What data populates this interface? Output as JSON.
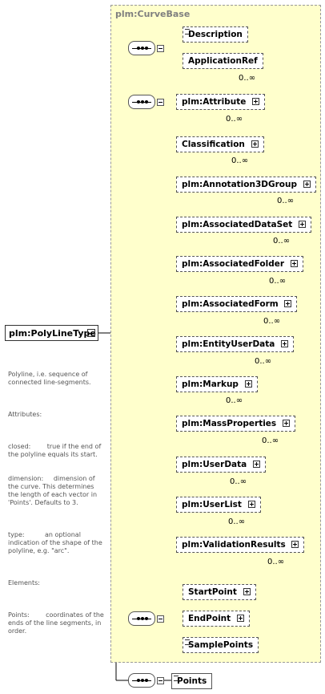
{
  "root": {
    "name": "plm:PolyLineType"
  },
  "extension": {
    "base": "plm:CurveBase"
  },
  "documentation": [
    "Polyline, i.e. sequence of connected line-segments.",
    "Attributes:",
    "closed:        true if the end of the polyline equals its start.",
    "dimension:     dimension of the curve. This determines the length of each vector in 'Points'. Defaults to 3.",
    "type:          an optional indication of the shape of the polyline, e.g. \"arc\".",
    "Elements:",
    "Points:        coordinates of the ends of the line segments, in order."
  ],
  "elements": {
    "description": {
      "label": "Description",
      "cardinality": ""
    },
    "application_ref": {
      "label": "ApplicationRef",
      "cardinality": "0..∞"
    },
    "attribute": {
      "label": "plm:Attribute",
      "cardinality": "0..∞"
    },
    "classification": {
      "label": "Classification",
      "cardinality": "0..∞"
    },
    "annotation3d_group": {
      "label": "plm:Annotation3DGroup",
      "cardinality": "0..∞"
    },
    "associated_data_set": {
      "label": "plm:AssociatedDataSet",
      "cardinality": "0..∞"
    },
    "associated_folder": {
      "label": "plm:AssociatedFolder",
      "cardinality": "0..∞"
    },
    "associated_form": {
      "label": "plm:AssociatedForm",
      "cardinality": "0..∞"
    },
    "entity_user_data": {
      "label": "plm:EntityUserData",
      "cardinality": "0..∞"
    },
    "markup": {
      "label": "plm:Markup",
      "cardinality": "0..∞"
    },
    "mass_properties": {
      "label": "plm:MassProperties",
      "cardinality": "0..∞"
    },
    "user_data": {
      "label": "plm:UserData",
      "cardinality": "0..∞"
    },
    "user_list": {
      "label": "plm:UserList",
      "cardinality": "0..∞"
    },
    "validation_results": {
      "label": "plm:ValidationResults",
      "cardinality": "0..∞"
    },
    "start_point": {
      "label": "StartPoint"
    },
    "end_point": {
      "label": "EndPoint"
    },
    "sample_points": {
      "label": "SamplePoints"
    },
    "points": {
      "label": "Points"
    }
  }
}
